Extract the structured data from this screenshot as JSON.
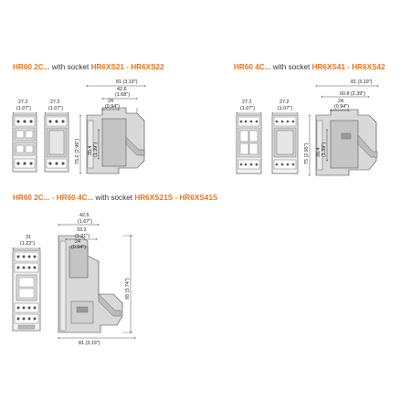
{
  "colors": {
    "accent": "#e8731a",
    "line": "#222222",
    "body": "#d9d9d9",
    "dark": "#555555"
  },
  "sections": [
    {
      "id": "top-left",
      "title_parts": [
        "HR60 2C...",
        " with socket ",
        "HR6XS21 - HR6XS22"
      ],
      "dims": {
        "w_front": "27.2",
        "w_front_in": "(1.07\")",
        "w_side": "27.2",
        "w_side_in": "(1.07\")",
        "d_total": "81 (3.19\")",
        "d_mid": "42.6",
        "d_mid_in": "(1.68\")",
        "d_small": "24",
        "d_small_in": "(0.94\")",
        "h_total": "75.2 (2.96\")",
        "h_small": "35.4",
        "h_small_in": "(1.39\")"
      }
    },
    {
      "id": "top-right",
      "title_parts": [
        "HR60 4C...",
        " with socket ",
        "HR6XS41 - HR6XS42"
      ],
      "dims": {
        "w_front": "27.2",
        "w_front_in": "(1.07\")",
        "w_side": "27.2",
        "w_side_in": "(1.07\")",
        "d_total": "81 (3.19\")",
        "d_mid": "60.8 (2.39\")",
        "d_small": "24",
        "d_small_in": "(0.94\")",
        "h_total": "75 (2.95\")",
        "h_small": "35.4",
        "h_small_in": "(1.39\")"
      }
    },
    {
      "id": "bottom",
      "title_parts": [
        "HR60 2C... - HR60 4C...",
        " with socket ",
        "HR6XS21S - HR6XS41S"
      ],
      "dims": {
        "w_front": "31",
        "w_front_in": "(1.22\")",
        "d_a": "42.5",
        "d_a_in": "(1.67\")",
        "d_b": "33.2",
        "d_b_in": "(1.31\")",
        "d_small": "24",
        "d_small_in": "(0.94\")",
        "d_total": "81 (3.19\")",
        "h_total": "95 (3.74\")"
      }
    }
  ]
}
